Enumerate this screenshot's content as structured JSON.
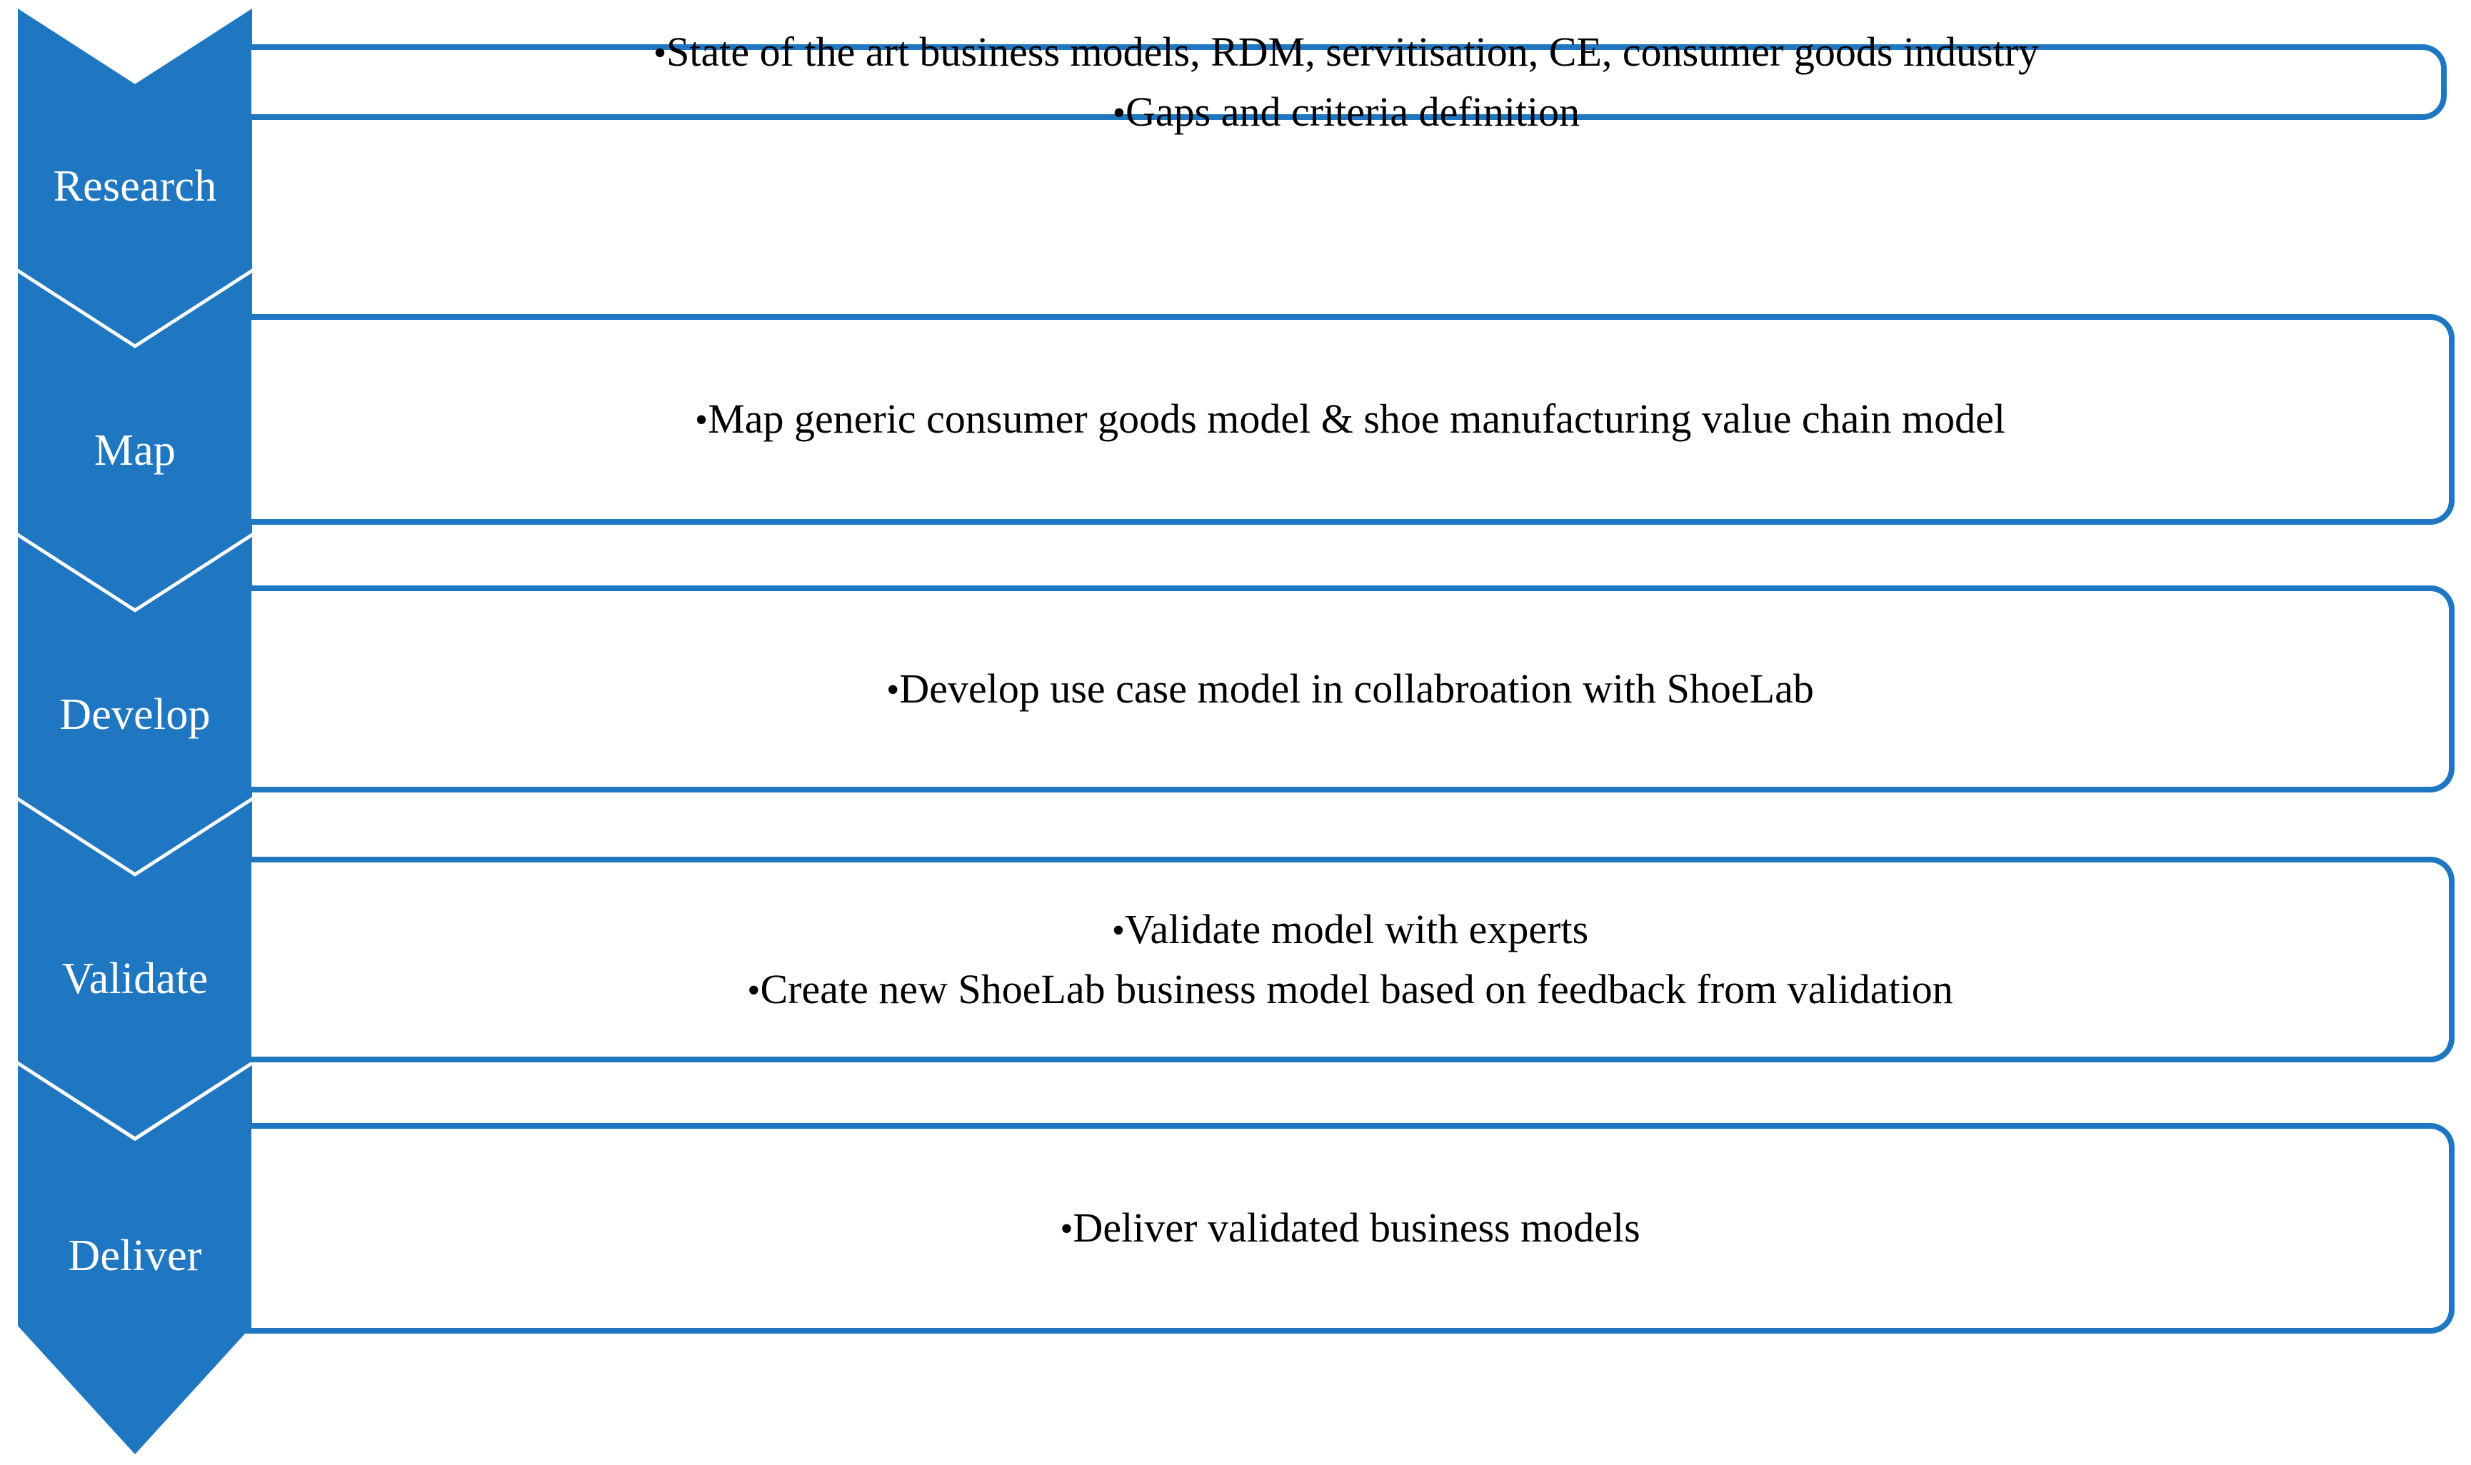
{
  "diagram": {
    "type": "vertical-chevron-process",
    "accent_color": "#1f77c2",
    "text_color": "#000000",
    "label_color": "#ffffff",
    "bullet_glyph": "•",
    "stages": [
      {
        "label": "Research",
        "bullets": [
          "State of the art business models, RDM, servitisation, CE, consumer goods industry",
          "Gaps and criteria definition"
        ]
      },
      {
        "label": "Map",
        "bullets": [
          "Map generic consumer goods model & shoe manufacturing value chain model"
        ]
      },
      {
        "label": "Develop",
        "bullets": [
          "Develop use case model in collabroation with ShoeLab"
        ]
      },
      {
        "label": "Validate",
        "bullets": [
          "Validate model with experts",
          "Create new ShoeLab business model based on feedback from validation"
        ]
      },
      {
        "label": "Deliver",
        "bullets": [
          "Deliver validated business models"
        ]
      }
    ]
  }
}
